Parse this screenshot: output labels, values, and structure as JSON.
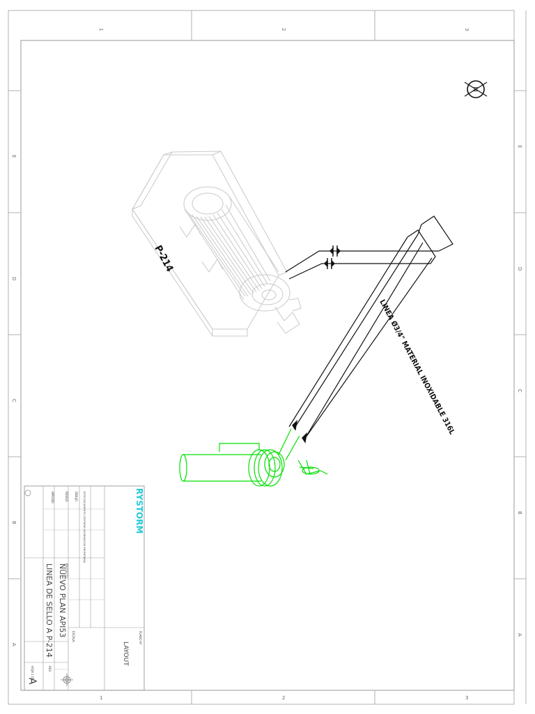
{
  "drawing": {
    "pump_tag": "P-214",
    "line_label": "LINEA Ø3/4\" MATERIAL INOXIDABLE 316L",
    "sheet_type": "LAYOUT",
    "brand": "RYSTORM"
  },
  "zones": {
    "columns": [
      "1",
      "2",
      "3"
    ],
    "rows": [
      "E",
      "D",
      "C",
      "B",
      "A"
    ]
  },
  "title_block": {
    "title_line1": "NUEVO PLAN API53",
    "title_line2": "LINEA DE SELLO A P-214",
    "company": "RYSTORM",
    "size_value": "A",
    "scale_value": "ESCALA",
    "notes": "ESTE DOCUMENTO CONTIENE INFORMACION PROPIETARIA",
    "project": "PROYECTO",
    "drawn_label": "DIBUJO",
    "checked_label": "REVISO",
    "approved_label": "APROBO",
    "rev_label": "REV.",
    "sheet_label": "HOJA 1 DE 1",
    "plano_label": "PLANO N°"
  },
  "colors": {
    "frame": "#999999",
    "pipe": "#111111",
    "equipment_ghost": "#c8c8c8",
    "seal_green": "#00e000",
    "brand_cyan": "#22c8d8"
  }
}
